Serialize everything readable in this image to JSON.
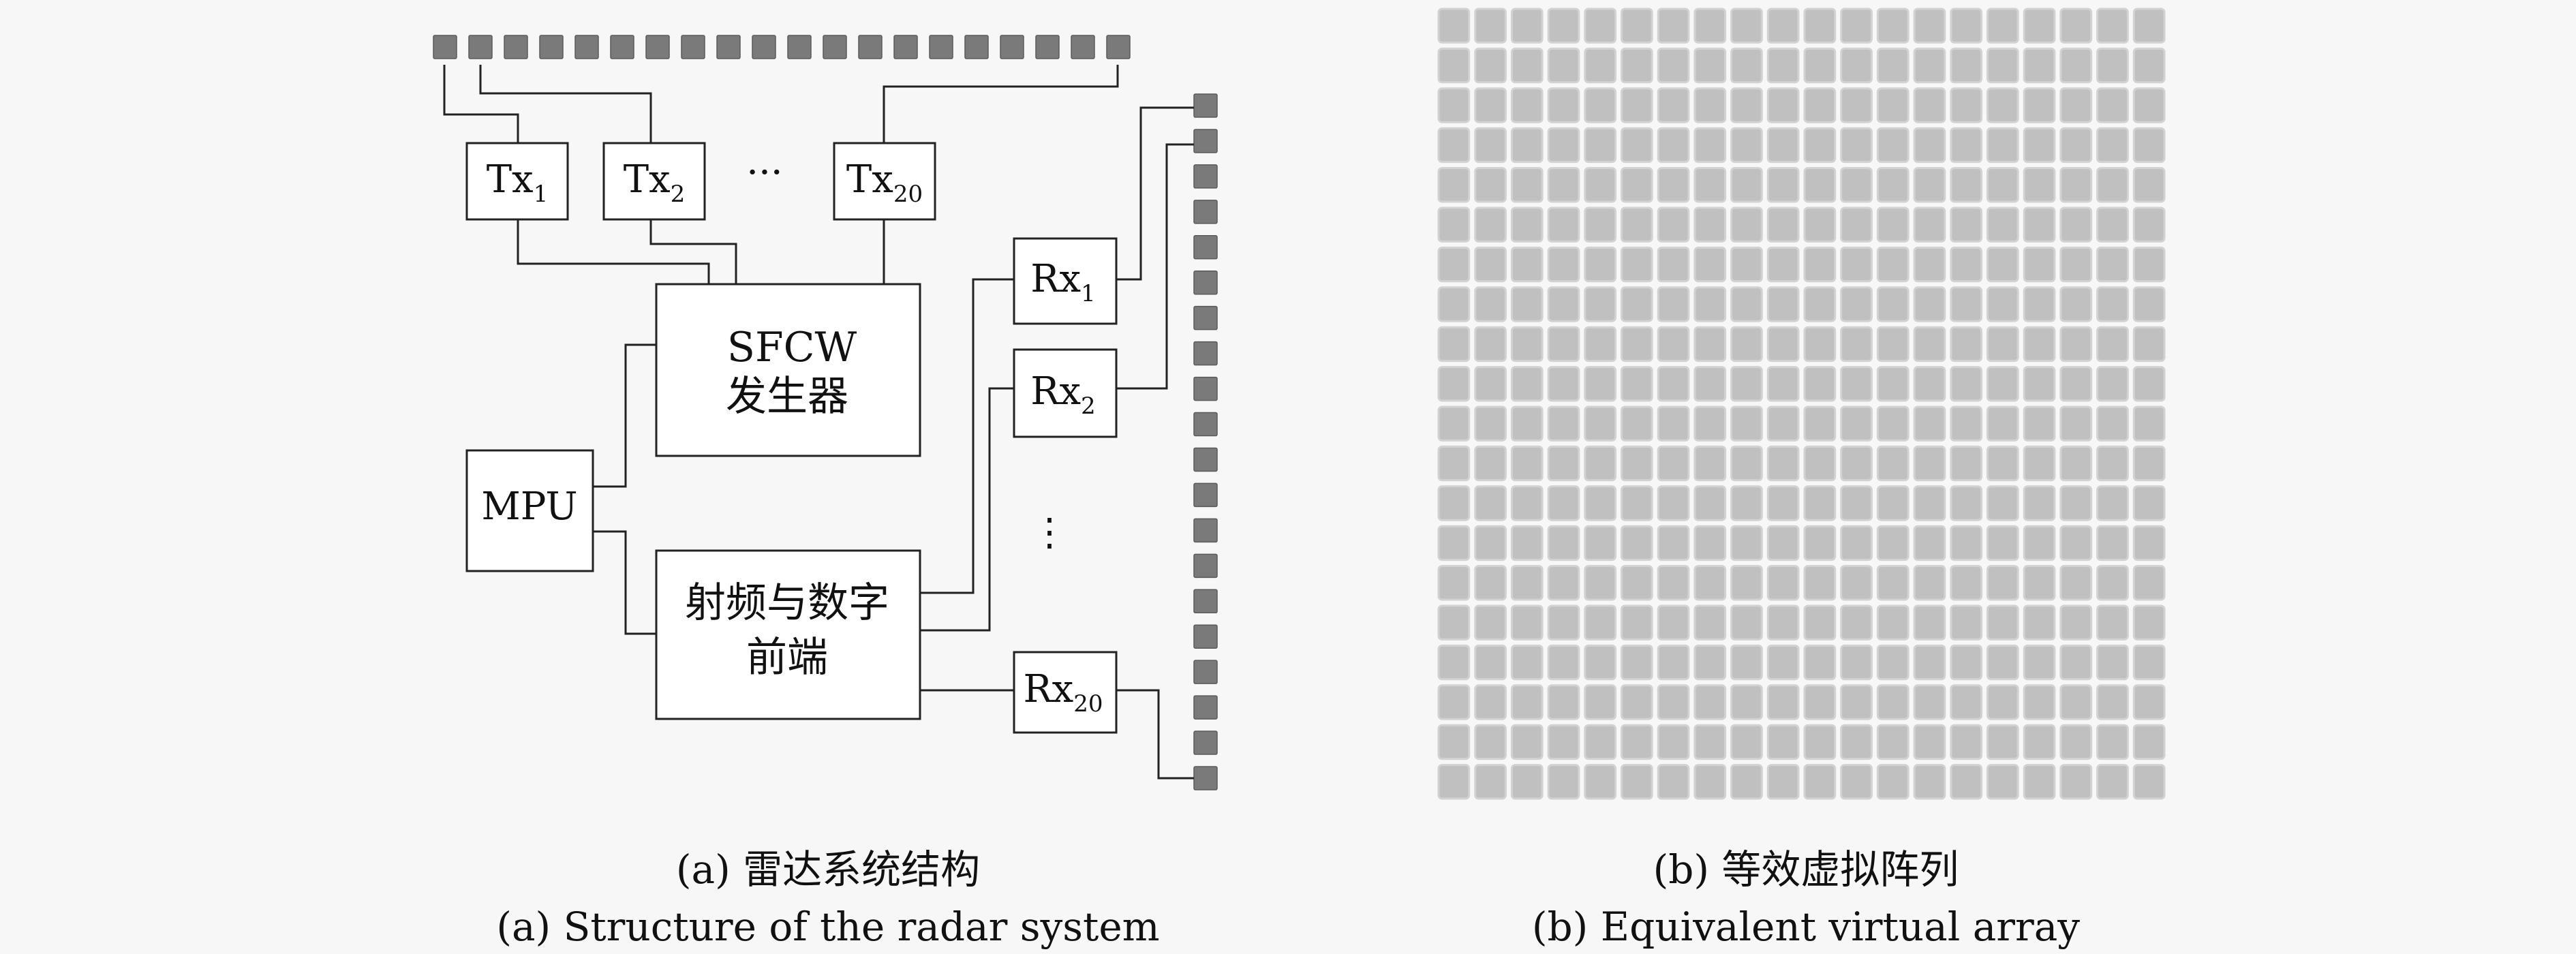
{
  "panel_a": {
    "blocks": {
      "tx": [
        {
          "base": "Tx",
          "sub": "1"
        },
        {
          "base": "Tx",
          "sub": "2"
        },
        {
          "base": "Tx",
          "sub": "20"
        }
      ],
      "rx": [
        {
          "base": "Rx",
          "sub": "1"
        },
        {
          "base": "Rx",
          "sub": "2"
        },
        {
          "base": "Rx",
          "sub": "20"
        }
      ],
      "tx_ellipsis": "···",
      "rx_ellipsis": "⋮",
      "sfcw_line1": "SFCW",
      "sfcw_line2": "发生器",
      "mpu": "MPU",
      "rf_line1": "射频与数字",
      "rf_line2": "前端"
    },
    "tx_antenna_count": 20,
    "rx_antenna_count": 20,
    "caption_cn": "(a) 雷达系统结构",
    "caption_en": "(a) Structure of the radar system"
  },
  "panel_b": {
    "rows": 20,
    "cols": 20,
    "caption_cn": "(b) 等效虚拟阵列",
    "caption_en": "(b) Equivalent virtual array"
  }
}
